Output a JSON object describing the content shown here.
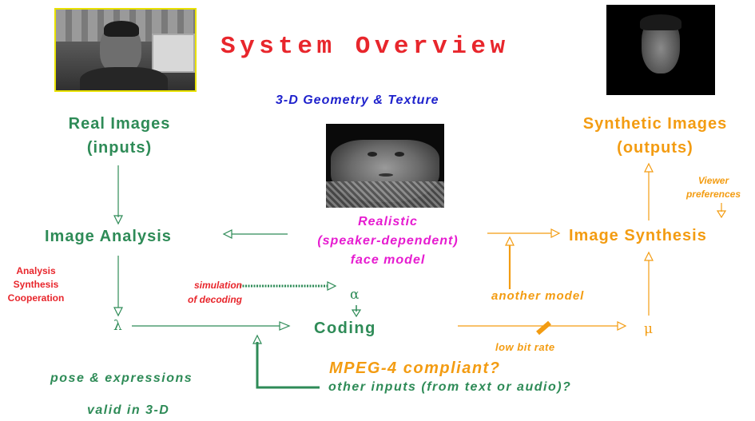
{
  "title": "System Overview",
  "geometry_texture": "3-D Geometry & Texture",
  "real_images": [
    "Real Images",
    "(inputs)"
  ],
  "synthetic_images": [
    "Synthetic Images",
    "(outputs)"
  ],
  "image_analysis": "Image Analysis",
  "image_synthesis": "Image Synthesis",
  "face_model": [
    "Realistic",
    "(speaker-dependent)",
    "face model"
  ],
  "viewer_preferences": [
    "Viewer",
    "preferences"
  ],
  "analysis_synthesis": [
    "Analysis",
    "Synthesis",
    "Cooperation"
  ],
  "simulation": [
    "simulation",
    "of decoding"
  ],
  "alpha": "α",
  "lambda": "λ",
  "mu": "μ",
  "coding": "Coding",
  "another_model": "another model",
  "low_bit_rate": "low bit rate",
  "mpeg": "MPEG-4 compliant?",
  "pose": "pose & expressions",
  "valid": "valid in 3-D",
  "other_inputs": "other inputs (from text or audio)?",
  "colors": {
    "green": "#2e8b57",
    "orange": "#f39c12",
    "red": "#e8262c",
    "magenta": "#e61cd0",
    "blue": "#1f22cc"
  }
}
